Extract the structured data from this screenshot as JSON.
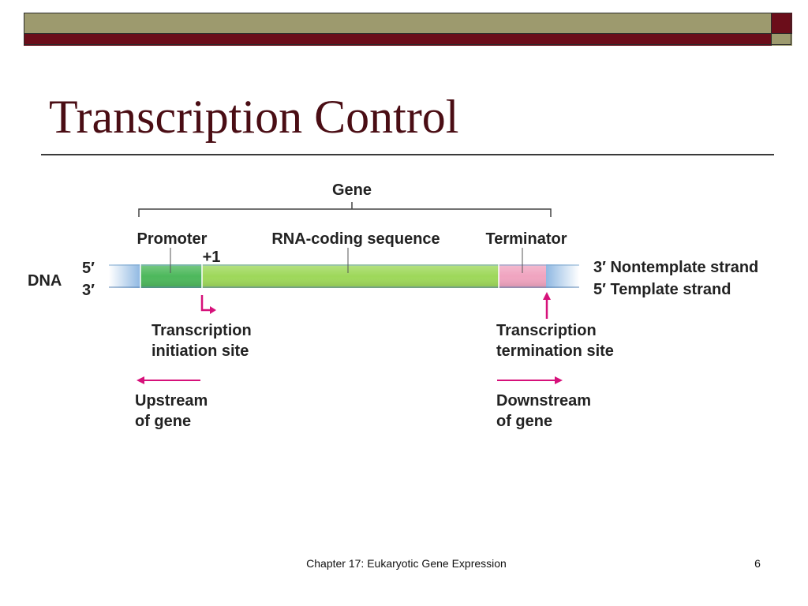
{
  "slide": {
    "title": "Transcription Control",
    "footer": "Chapter 17: Eukaryotic Gene Expression",
    "page_number": "6"
  },
  "diagram": {
    "gene_label": "Gene",
    "promoter_label": "Promoter",
    "plus_one_label": "+1",
    "coding_label": "RNA-coding sequence",
    "terminator_label": "Terminator",
    "dna_label": "DNA",
    "five_prime_top": "5′",
    "three_prime_bottom": "3′",
    "nontemplate_label": "3′ Nontemplate strand",
    "template_label": "5′ Template strand",
    "initiation_line1": "Transcription",
    "initiation_line2": "initiation site",
    "termination_line1": "Transcription",
    "termination_line2": "termination site",
    "upstream_line1": "Upstream",
    "upstream_line2": "of gene",
    "downstream_line1": "Downstream",
    "downstream_line2": "of gene"
  },
  "colors": {
    "title": "#4a0d14",
    "banner_olive": "#9d9a6e",
    "banner_maroon": "#6b0d1a",
    "promoter": "#4db85c",
    "coding": "#9ed85a",
    "terminator": "#f0a4c0",
    "flank": "#a9c9e8",
    "arrow": "#d6117a"
  }
}
